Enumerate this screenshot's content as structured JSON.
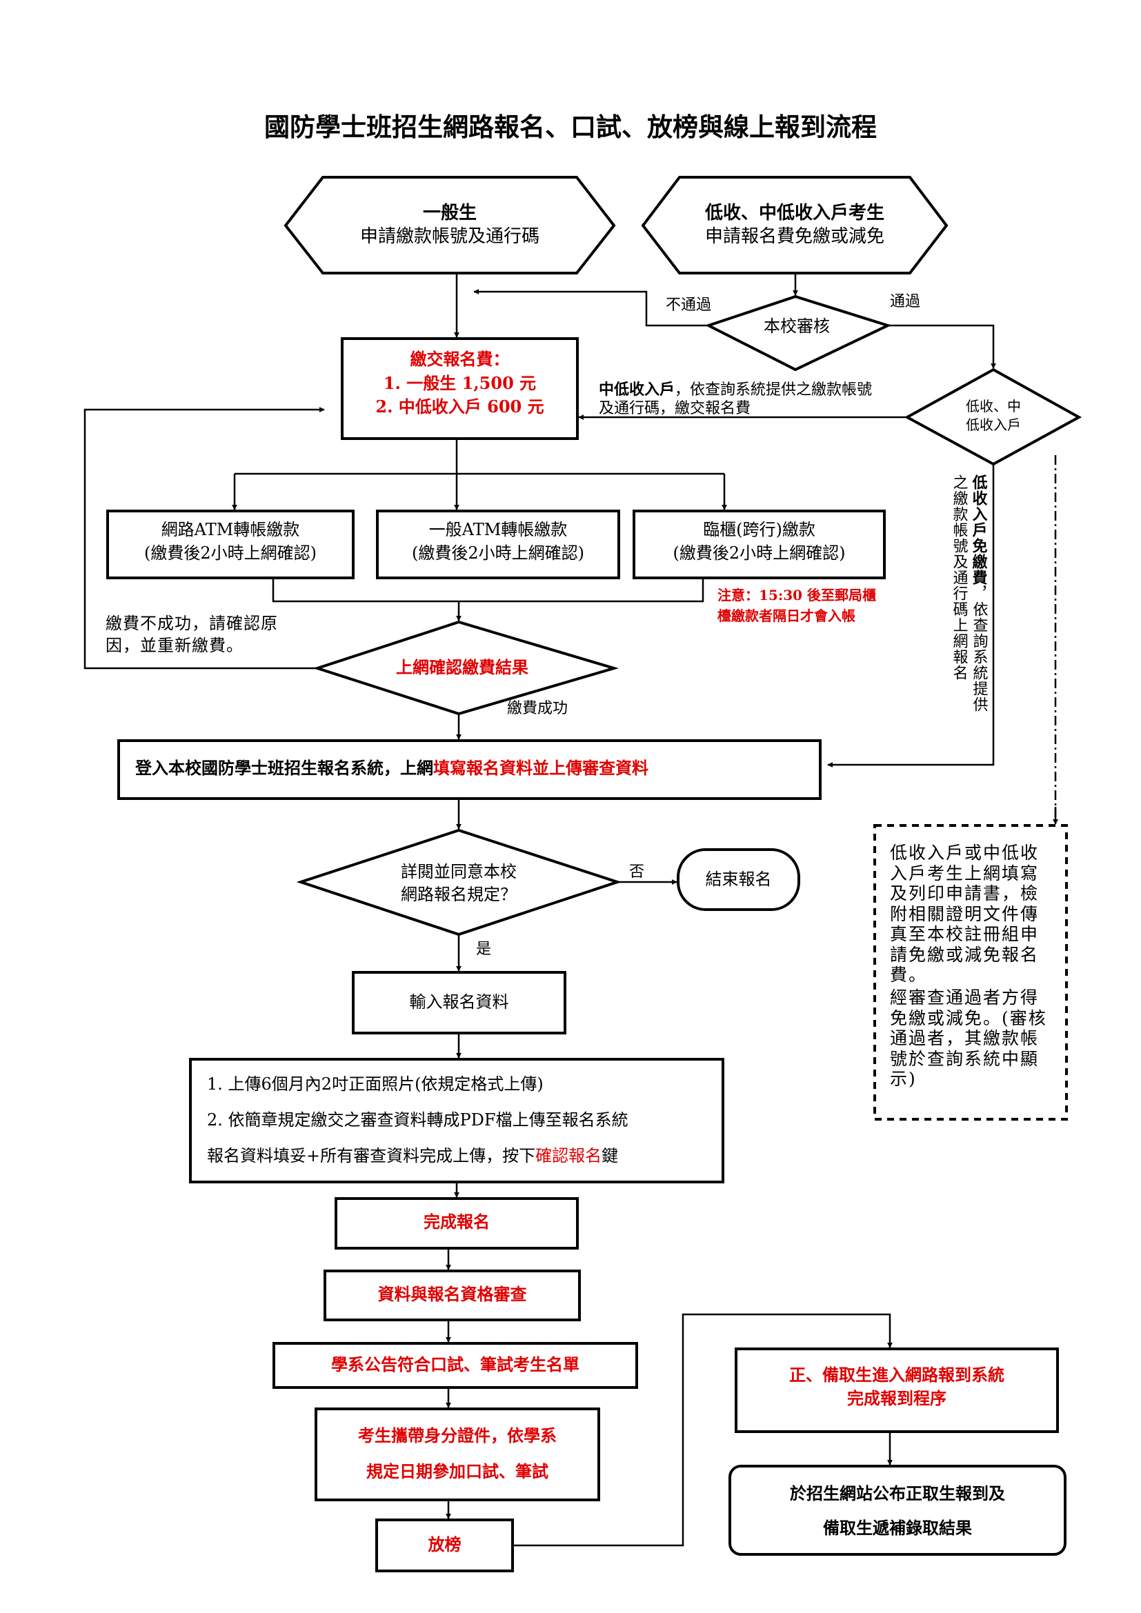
{
  "title": "國防學士班招生網路報名、口試、放榜與線上報到流程",
  "general": {
    "line1": "一般生",
    "line2": "申請繳款帳號及通行碼"
  },
  "low_income": {
    "line1": "低收、中低收入戶考生",
    "line2": "申請報名費免繳或減免"
  },
  "review": {
    "label": "本校審核",
    "fail": "不通過",
    "pass": "通過"
  },
  "fee": {
    "title": "繳交報名費：",
    "item1": "1.  一般生 1,500 元",
    "item2": "2.  中低收入戶 600 元"
  },
  "mid_low_note": {
    "bold": "中低收入戶",
    "text1": "，依查詢系統提供之繳款帳號",
    "text2": "及通行碼，繳交報名費"
  },
  "decision_income": {
    "line1": "低收、中",
    "line2": "低收入戶"
  },
  "low_income_note": {
    "col1_bold": "低收入戶免繳費",
    "col1_rest": "，依查詢系統提供",
    "col2": "之繳款帳號及通行碼上網報名"
  },
  "payment": [
    {
      "line1": "網路ATM轉帳繳款",
      "line2": "(繳費後2小時上網確認)"
    },
    {
      "line1": "一般ATM轉帳繳款",
      "line2": "(繳費後2小時上網確認)"
    },
    {
      "line1": "臨櫃(跨行)繳款",
      "line2": "(繳費後2小時上網確認)"
    }
  ],
  "notice": {
    "line1": "注意：15:30 後至郵局櫃",
    "line2": "檯繳款者隔日才會入帳"
  },
  "payment_fail": {
    "line1": "繳費不成功，請確認原",
    "line2": "因，並重新繳費。"
  },
  "confirm_payment": "上網確認繳費結果",
  "payment_success": "繳費成功",
  "login": {
    "bold": "登入本校國防學士班招生報名系統，上網",
    "red": "填寫報名資料並上傳審查資料"
  },
  "agree": {
    "line1": "詳閱並同意本校",
    "line2": "網路報名規定？",
    "no": "否",
    "yes": "是"
  },
  "end_registration": "結束報名",
  "dashed_note": {
    "para1": "低收入戶或中低收入戶考生上網填寫及列印申請書，檢附相關證明文件傳真至本校註冊組申請免繳或減免報名費。",
    "para2": "經審查通過者方得免繳或減免。(審核通過者，其繳款帳號於查詢系統中顯示)"
  },
  "input_data": "輸入報名資料",
  "upload": {
    "line1": "1. 上傳6個月內2吋正面照片(依規定格式上傳)",
    "line2": "2. 依簡章規定繳交之審查資料轉成PDF檔上傳至報名系統",
    "line3a": "報名資料填妥+所有審查資料完成上傳，按下",
    "line3red": "確認報名",
    "line3b": "鍵"
  },
  "complete": "完成報名",
  "qualification": "資料與報名資格審查",
  "announce": "學系公告符合口試、筆試考生名單",
  "exam": {
    "line1": "考生攜帶身分證件，依學系",
    "line2": "規定日期參加口試、筆試"
  },
  "release": "放榜",
  "online_report": {
    "line1": "正、備取生進入網路報到系統",
    "line2": "完成報到程序"
  },
  "publish": {
    "line1": "於招生網站公布正取生報到及",
    "line2": "備取生遞補錄取結果"
  },
  "colors": {
    "accent_red": "#e00000",
    "line": "#000000"
  }
}
